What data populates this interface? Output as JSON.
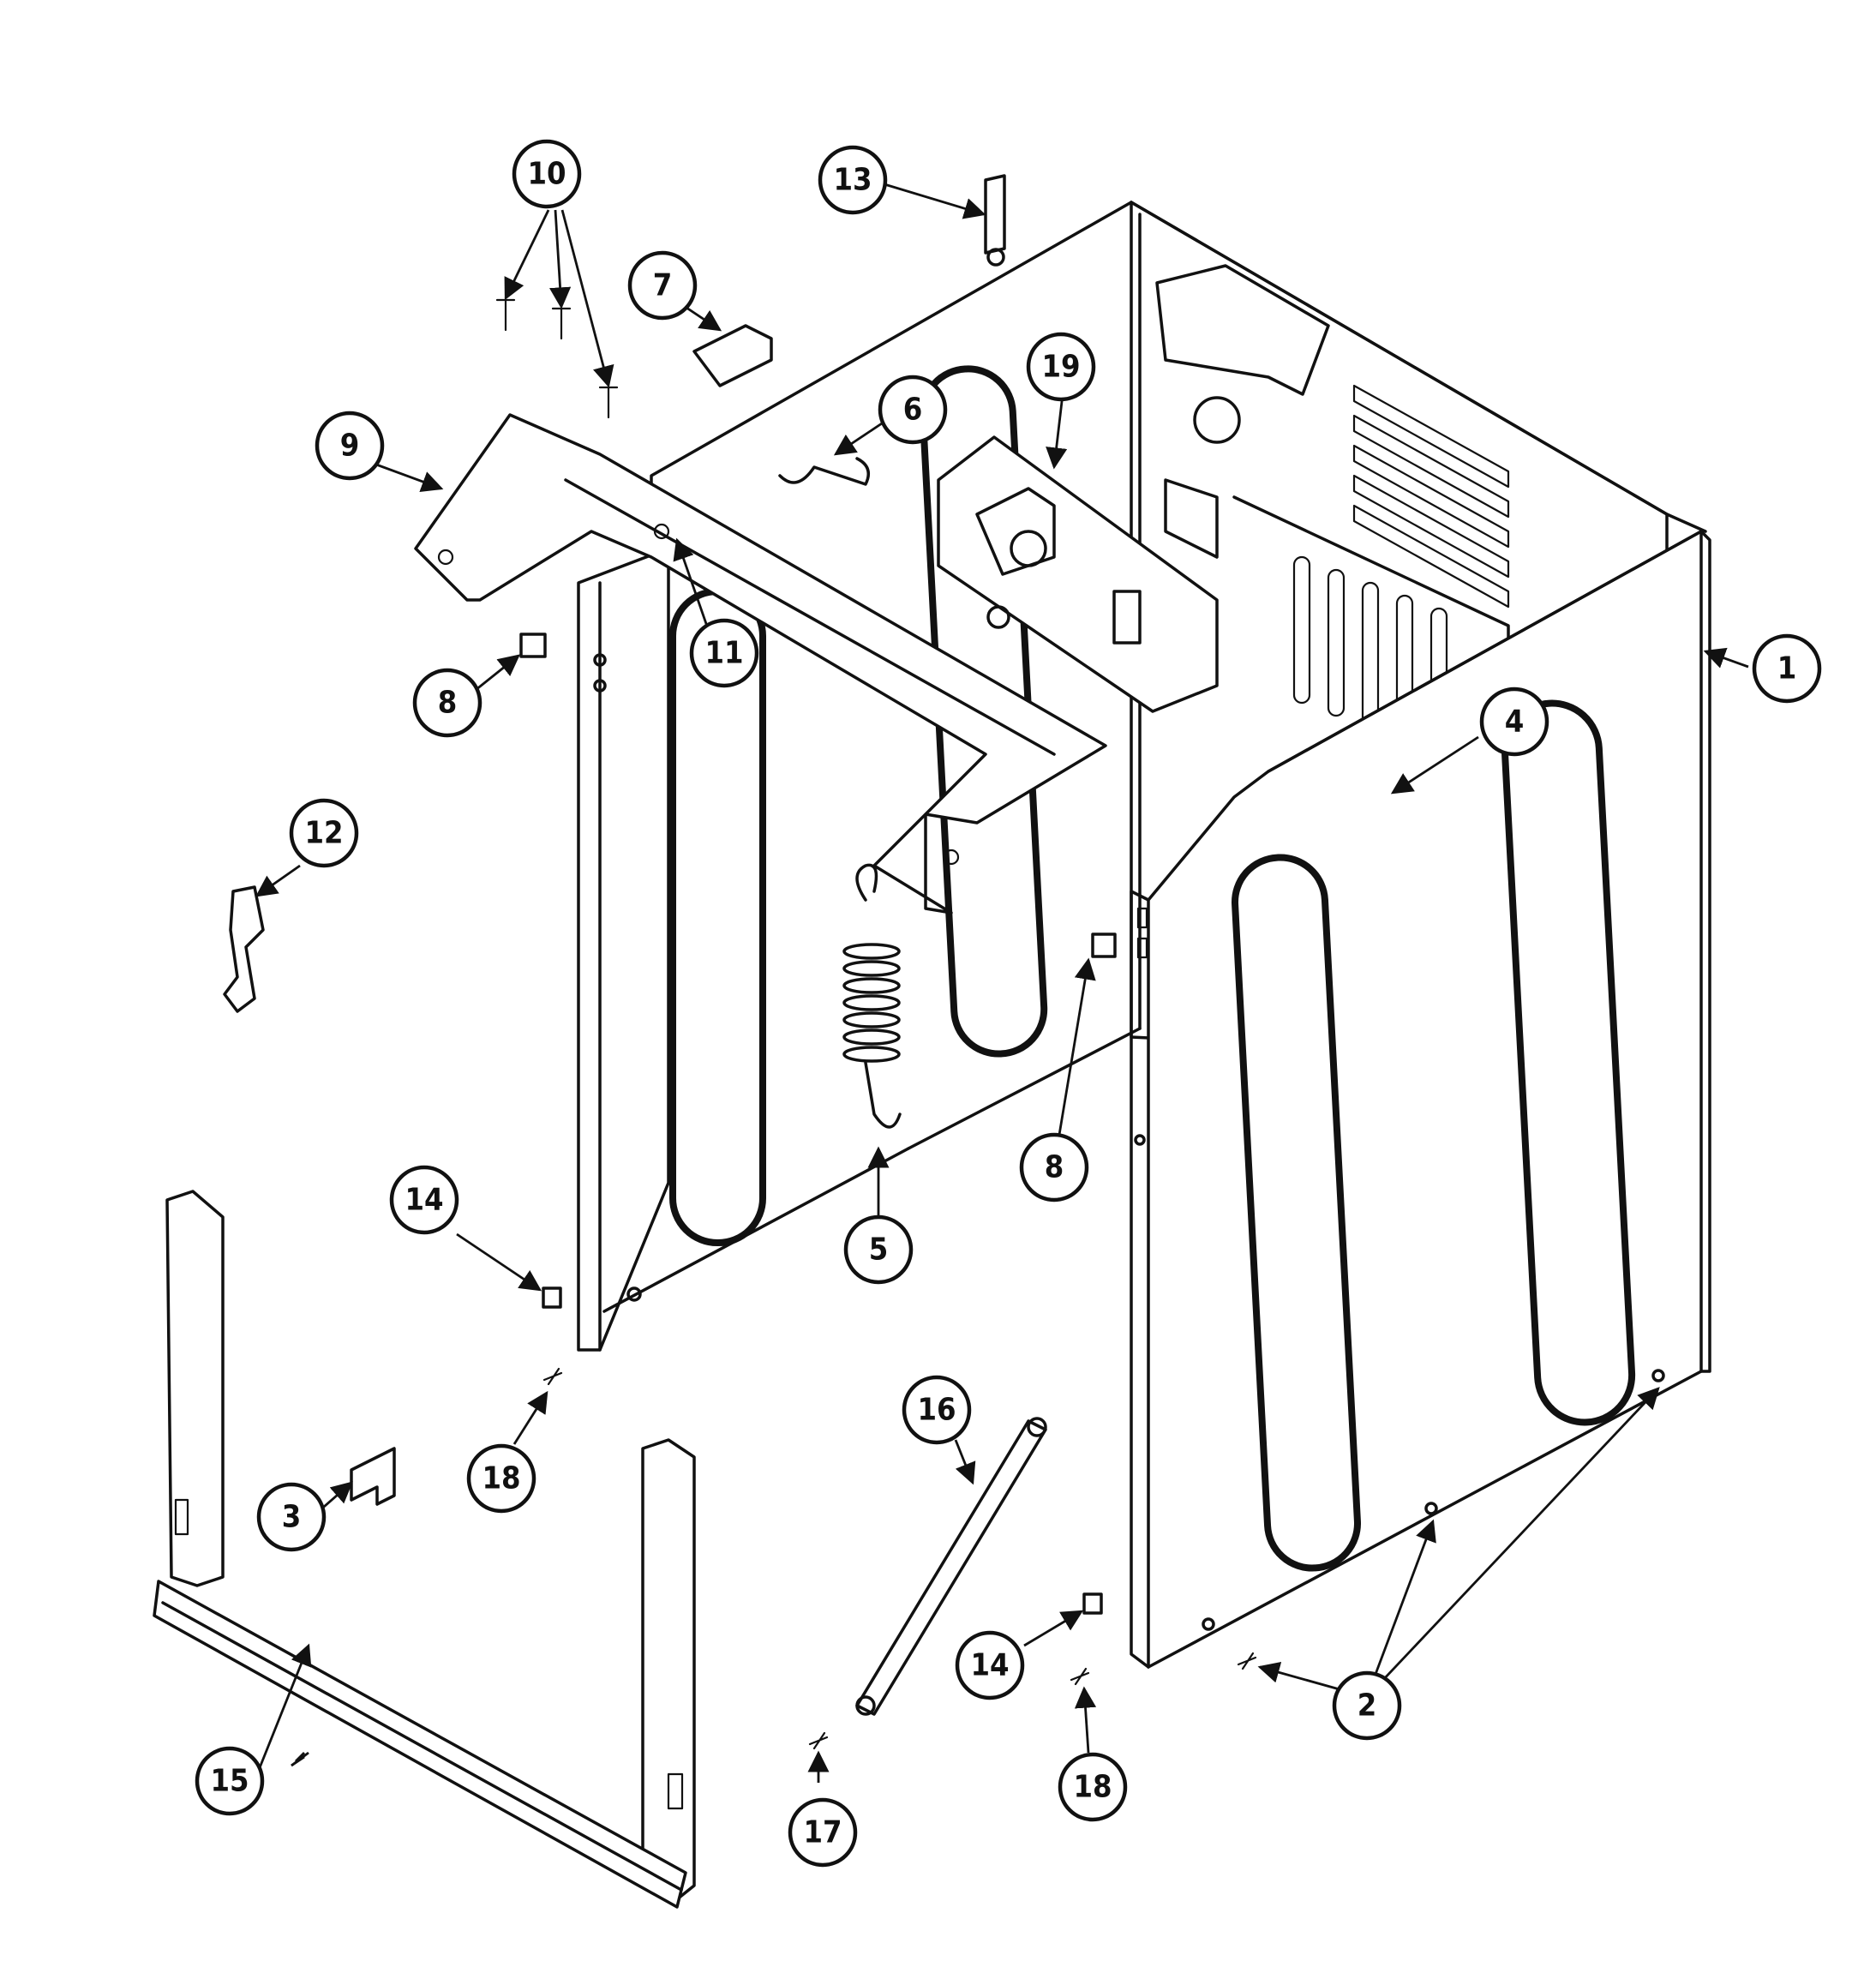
{
  "callouts": [
    {
      "id": "c1",
      "label": "1"
    },
    {
      "id": "c2",
      "label": "2"
    },
    {
      "id": "c3",
      "label": "3"
    },
    {
      "id": "c4",
      "label": "4"
    },
    {
      "id": "c5",
      "label": "5"
    },
    {
      "id": "c6",
      "label": "6"
    },
    {
      "id": "c7",
      "label": "7"
    },
    {
      "id": "c8a",
      "label": "8"
    },
    {
      "id": "c8b",
      "label": "8"
    },
    {
      "id": "c9",
      "label": "9"
    },
    {
      "id": "c10",
      "label": "10"
    },
    {
      "id": "c11",
      "label": "11"
    },
    {
      "id": "c12",
      "label": "12"
    },
    {
      "id": "c13",
      "label": "13"
    },
    {
      "id": "c14a",
      "label": "14"
    },
    {
      "id": "c14b",
      "label": "14"
    },
    {
      "id": "c15",
      "label": "15"
    },
    {
      "id": "c16",
      "label": "16"
    },
    {
      "id": "c17",
      "label": "17"
    },
    {
      "id": "c18a",
      "label": "18"
    },
    {
      "id": "c18b",
      "label": "18"
    },
    {
      "id": "c19",
      "label": "19"
    }
  ]
}
